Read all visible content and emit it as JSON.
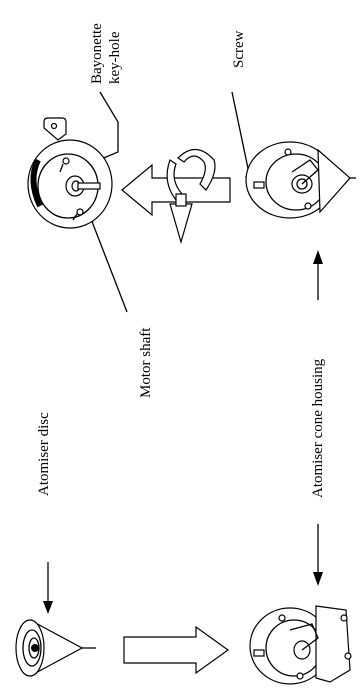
{
  "labels": {
    "bayonette_keyhole_line1": "Bayonette",
    "bayonette_keyhole_line2": "key-hole",
    "screw": "Screw",
    "motor_shaft": "Motor shaft",
    "atomiser_disc": "Atomiser disc",
    "atomiser_cone_housing": "Atomiser cone housing"
  },
  "icons": [
    "motor-assembly-icon",
    "rotation-arrow-icon",
    "cone-housing-icon",
    "atomiser-disc-cone-icon",
    "fill-direction-arrow-icon"
  ]
}
